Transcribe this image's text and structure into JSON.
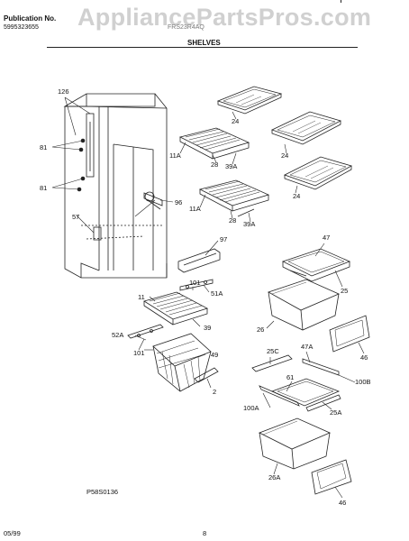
{
  "header": {
    "publication_label": "Publication No.",
    "publication_number": "5995323655",
    "model_id": "FRS23R4AQ",
    "watermark": "AppliancePartsPros.com",
    "title": "SHELVES"
  },
  "callouts": {
    "c126": "126",
    "c81a": "81",
    "c81b": "81",
    "c57": "57",
    "c96": "96",
    "c97": "97",
    "c24a": "24",
    "c24b": "24",
    "c24c": "24",
    "c11a_1": "11A",
    "c28_1": "28",
    "c39a_1": "39A",
    "c11a_2": "11A",
    "c28_2": "28",
    "c39a_2": "39A",
    "c101a": "101",
    "c51a": "51A",
    "c11": "11",
    "c39": "39",
    "c52a": "52A",
    "c101b": "101",
    "c49": "49",
    "c2": "2",
    "c47": "47",
    "c25": "25",
    "c26a": "26",
    "c46a": "46",
    "c25c": "25C",
    "c47a": "47A",
    "c61": "61",
    "c100b": "100B",
    "c100a": "100A",
    "c25a": "25A",
    "c26b": "26A",
    "c46b": "46"
  },
  "footer": {
    "diagram_code": "P58S0136",
    "date": "05/99",
    "page": "8"
  }
}
